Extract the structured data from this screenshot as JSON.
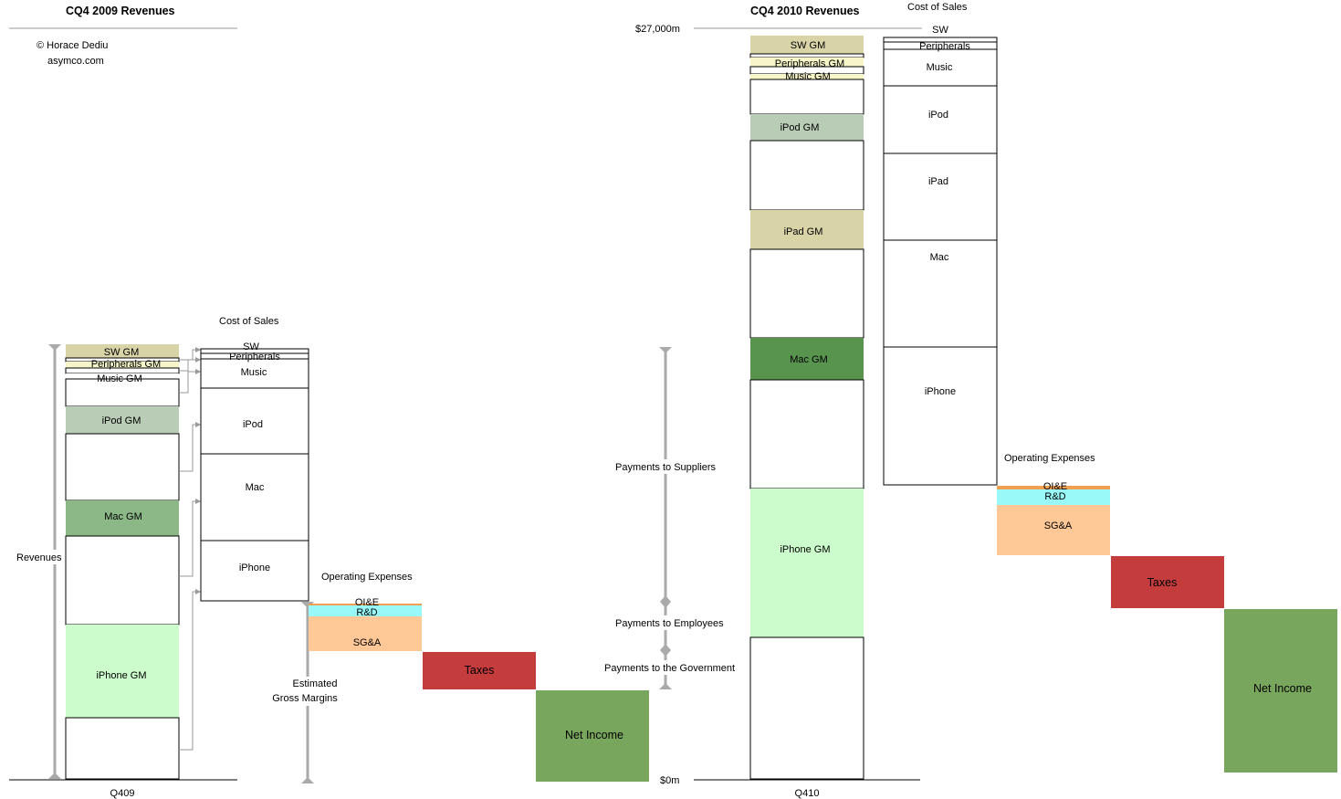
{
  "chart_data": {
    "type": "diagram",
    "credit": "© Horace Dediu",
    "site": "asymco.com",
    "flow_labels": {
      "revenues": "Revenues",
      "estimated_gross_margins_1": "Estimated",
      "estimated_gross_margins_2": "Gross Margins",
      "payments_to_suppliers": "Payments to Suppliers",
      "payments_to_employees": "Payments to Employees",
      "payments_to_government": "Payments to the Government"
    },
    "axis": {
      "top_label": "$27,000m",
      "bottom_label": "$0m"
    },
    "panels": [
      {
        "title": "CQ4 2009 Revenues",
        "quarter": "Q409",
        "revenue_segments": [
          "SW GM",
          "Peripherals GM",
          "Music GM",
          "iPod GM",
          "Mac GM",
          "iPhone GM"
        ],
        "cost_of_sales_title": "Cost of Sales",
        "cost_of_sales": [
          "SW",
          "Peripherals",
          "Music",
          "iPod",
          "Mac",
          "iPhone"
        ],
        "operating_expenses_title": "Operating Expenses",
        "operating_expenses": [
          "OI&E",
          "R&D",
          "SG&A"
        ],
        "taxes": "Taxes",
        "net_income": "Net Income"
      },
      {
        "title": "CQ4 2010 Revenues",
        "quarter": "Q410",
        "revenue_segments": [
          "SW GM",
          "Peripherals GM",
          "Music GM",
          "iPod GM",
          "iPad GM",
          "Mac GM",
          "iPhone GM"
        ],
        "cost_of_sales_title": "Cost of Sales",
        "cost_of_sales": [
          "SW",
          "Peripherals",
          "Music",
          "iPod",
          "iPad",
          "Mac",
          "iPhone"
        ],
        "operating_expenses_title": "Operating Expenses",
        "operating_expenses": [
          "OI&E",
          "R&D",
          "SG&A"
        ],
        "taxes": "Taxes",
        "net_income": "Net Income"
      }
    ]
  },
  "colors": {
    "sw_gm": "#d8d4a8",
    "peripherals_gm": "#f6f6c8",
    "ipod_gm": "#b8ccb6",
    "ipad_gm": "#d8d4a8",
    "mac_gm_2009": "#8cb888",
    "mac_gm_2010": "#58944e",
    "iphone_gm": "#ccfccc",
    "oie": "#f0a050",
    "rd": "#99f8f8",
    "sga": "#ffc896",
    "taxes": "#c43c3c",
    "net_income": "#78a65c",
    "bracket": "#aaaaaa"
  }
}
